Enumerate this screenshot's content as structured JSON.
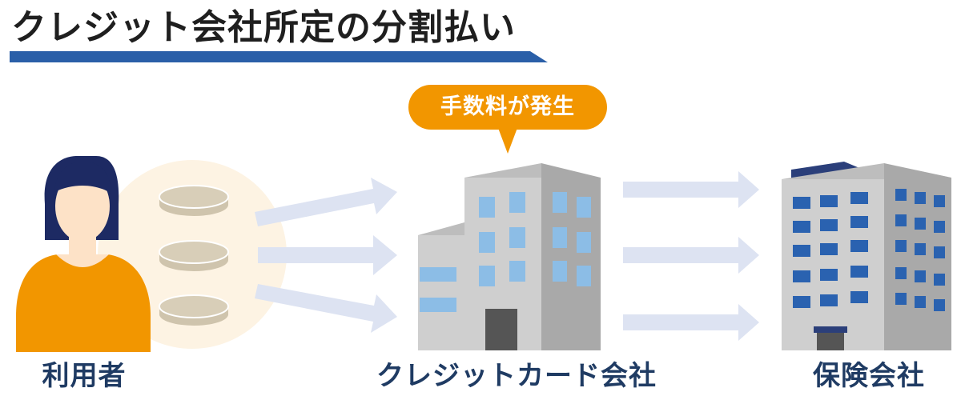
{
  "title": "クレジット会社所定の分割払い",
  "labels": {
    "user": "利用者",
    "credit_company": "クレジットカード会社",
    "insurance_company": "保険会社"
  },
  "callout": "手数料が発生",
  "colors": {
    "title_bar": "#2a5fa8",
    "caption_text": "#1f3b63",
    "callout_fill": "#f29600",
    "arrow_fill": "#dde3f2",
    "person_shirt": "#f29600",
    "person_hair": "#1d2a63",
    "skin": "#fde2c7",
    "coin": "#d8ceb8",
    "coin_glow": "#fdf3e3",
    "building_front": "#cfcfcf",
    "building_side": "#a9a9a9",
    "window_light": "#8cbde6",
    "window_dark": "#2a62b0",
    "door": "#555555"
  }
}
